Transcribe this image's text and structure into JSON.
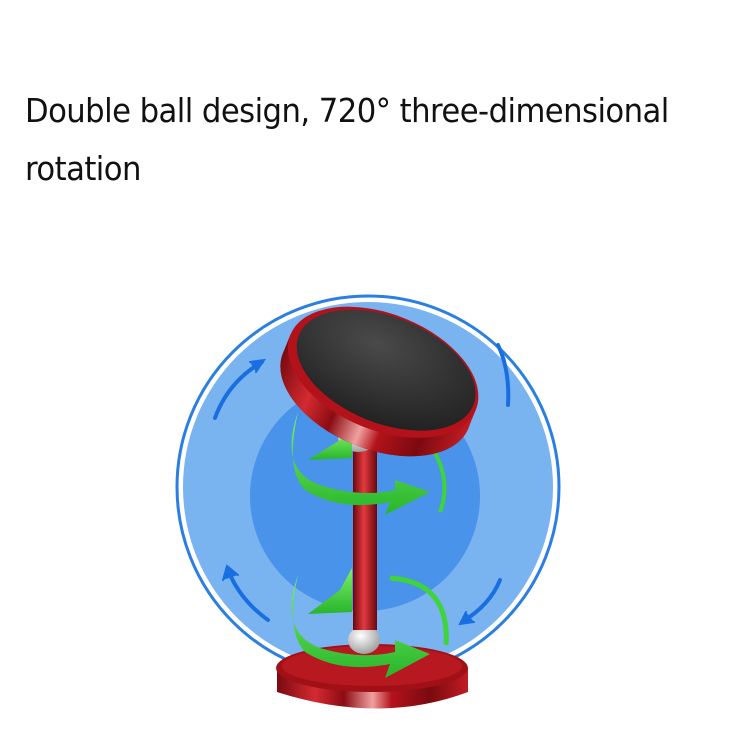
{
  "headline": {
    "line1": "Double ball design, 720° three-dimensional",
    "line2": "rotation"
  },
  "illustration": {
    "subject": "magnetic phone holder with double ball joints",
    "icons": [
      "rotation-arrow-icon",
      "swivel-arrow-icon"
    ],
    "colors": {
      "outer_circle": "#79b3f0",
      "outer_ring": "#2b7fe0",
      "inner_circle": "#4a93ea",
      "blue_arrows": "#1a6fe0",
      "green_arrows": "#3fd43a",
      "holder_red": "#b3121a",
      "magnet_pad": "#2b2b2b"
    }
  }
}
